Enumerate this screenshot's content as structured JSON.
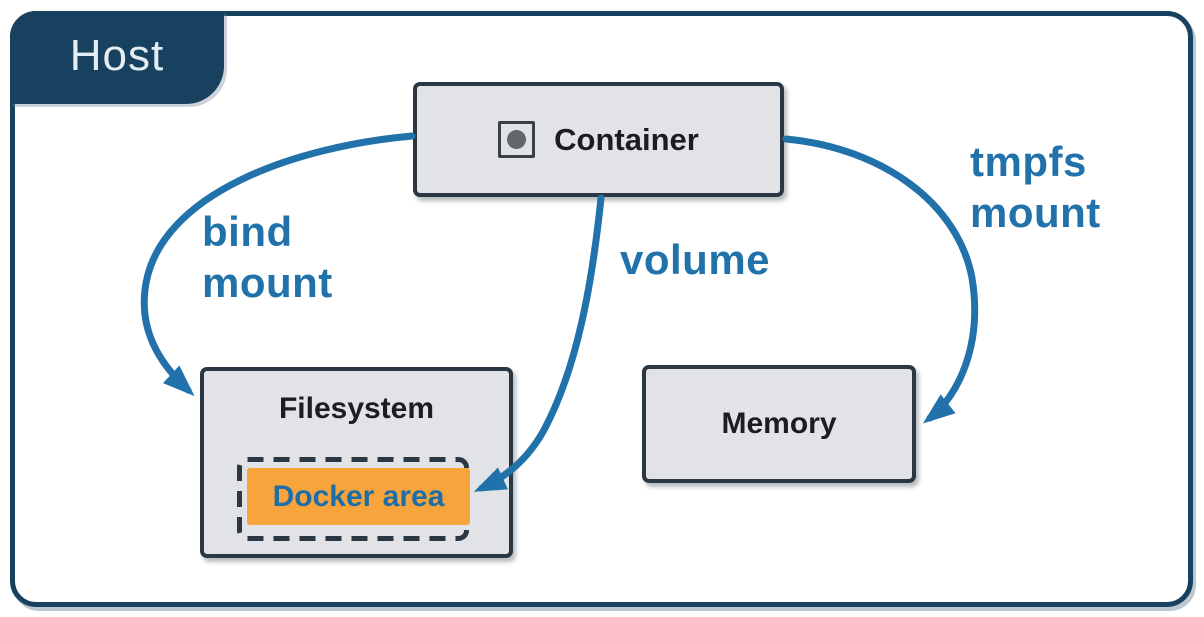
{
  "host": {
    "label": "Host"
  },
  "nodes": {
    "container": {
      "label": "Container"
    },
    "filesystem": {
      "label": "Filesystem"
    },
    "docker_area": {
      "label": "Docker area"
    },
    "memory": {
      "label": "Memory"
    }
  },
  "edges": {
    "bind_mount": {
      "label": "bind\nmount",
      "from": "container",
      "to": "filesystem"
    },
    "volume": {
      "label": "volume",
      "from": "container",
      "to": "docker_area"
    },
    "tmpfs_mount": {
      "label": "tmpfs\nmount",
      "from": "container",
      "to": "memory"
    }
  },
  "icons": {
    "container_icon": "square-with-dot"
  },
  "colors": {
    "host_navy": "#17415f",
    "arrow_blue": "#2172ab",
    "node_fill": "#e1e3e6",
    "node_border": "#2b3844",
    "docker_area_orange": "#f7a43c",
    "docker_area_text": "#1d6ea7",
    "node_text": "#1b1d1f",
    "host_text": "#e4edf4"
  }
}
